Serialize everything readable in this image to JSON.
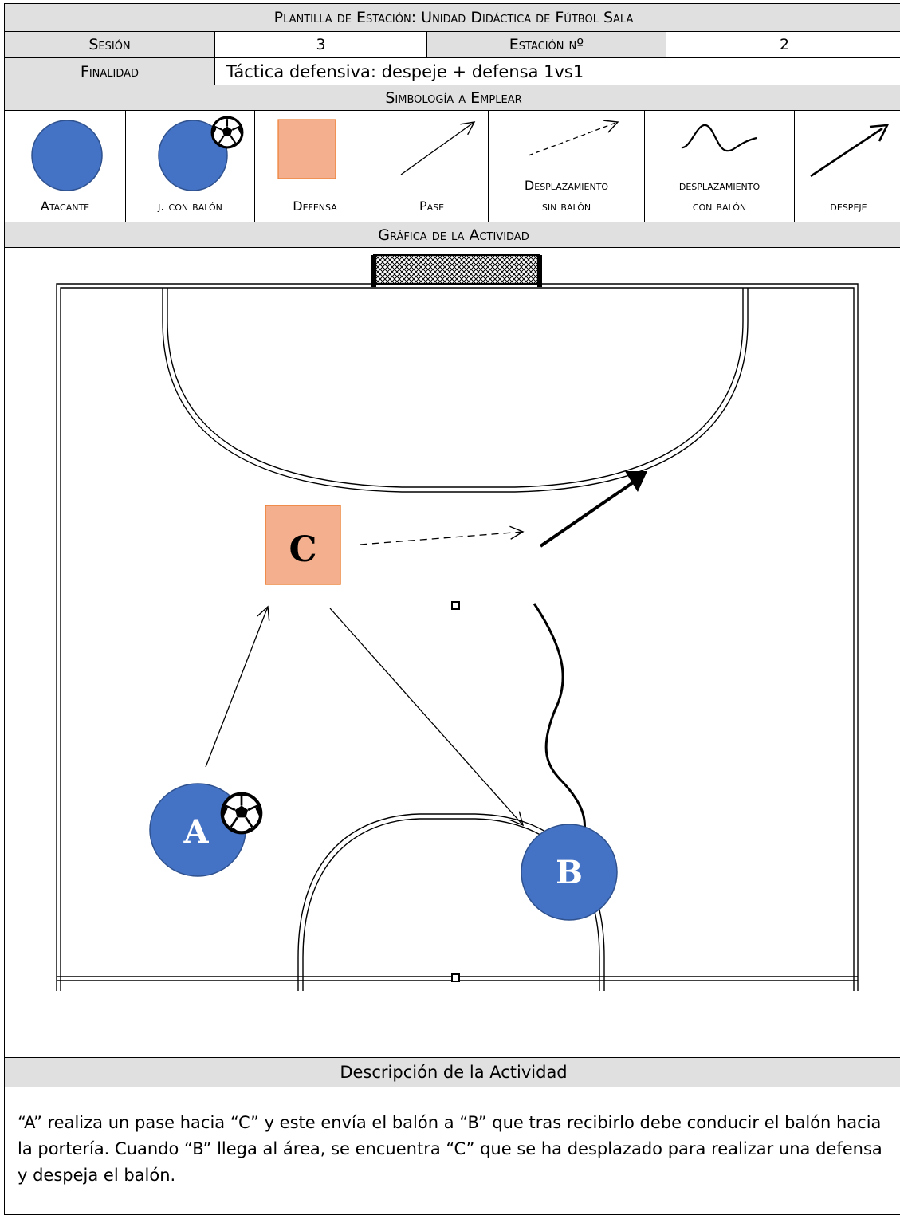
{
  "header": {
    "title": "Plantilla de Estación: Unidad Didáctica de Fútbol Sala"
  },
  "info": {
    "session_label": "Sesión",
    "session_value": "3",
    "station_label": "Estación nº",
    "station_value": "2",
    "purpose_label": "Finalidad",
    "purpose_value": "Táctica defensiva:  despeje + defensa 1vs1"
  },
  "symbols": {
    "title": "Simbología a Emplear",
    "items": [
      {
        "label_1": "Atacante",
        "label_2": "",
        "icon": "attacker-circle-icon"
      },
      {
        "label_1": "j. con balón",
        "label_2": "",
        "icon": "player-with-ball-icon"
      },
      {
        "label_1": "Defensa",
        "label_2": "",
        "icon": "defender-square-icon"
      },
      {
        "label_1": "Pase",
        "label_2": "",
        "icon": "pass-arrow-icon"
      },
      {
        "label_1": "Desplazamiento",
        "label_2": "sin balón",
        "icon": "dashed-arrow-icon"
      },
      {
        "label_1": "desplazamiento",
        "label_2": "con balón",
        "icon": "wavy-line-icon"
      },
      {
        "label_1": "despeje",
        "label_2": "",
        "icon": "bold-arrow-icon"
      }
    ]
  },
  "graphic": {
    "title": "Gráfica de la Actividad",
    "players": {
      "a": "A",
      "b": "B",
      "c": "C"
    }
  },
  "description": {
    "title": "Descripción de la Actividad",
    "text": "“A” realiza un pase hacia “C” y este envía el balón a “B” que tras recibirlo debe conducir el balón hacia la portería. Cuando “B” llega al área, se encuentra “C” que se ha desplazado para realizar una defensa y despeja el balón."
  },
  "colors": {
    "attacker": "#4472c4",
    "defender": "#f4b08e",
    "header_bg": "#e0e0e0"
  }
}
